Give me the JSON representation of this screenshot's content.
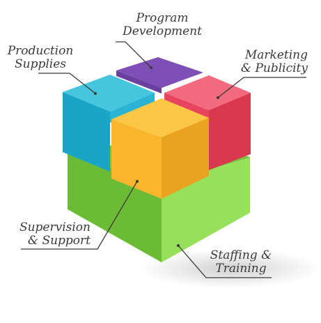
{
  "labels": {
    "program_development": {
      "line1": "Program",
      "line2": "Development"
    },
    "production_supplies": {
      "line1": "Production",
      "line2": "Supplies"
    },
    "marketing_publicity": {
      "line1": "Marketing",
      "line2": "& Publicity"
    },
    "supervision_support": {
      "line1": "Supervision",
      "line2": "& Support"
    },
    "staffing_training": {
      "line1": "Staffing &",
      "line2": "Training"
    }
  },
  "colors": {
    "purple": "#7f4fb8",
    "cyan": "#2bb3d4",
    "red": "#e8445e",
    "yellow": "#f9b52c",
    "green": "#8ed84a",
    "leader_line": "#3a3a3a"
  }
}
